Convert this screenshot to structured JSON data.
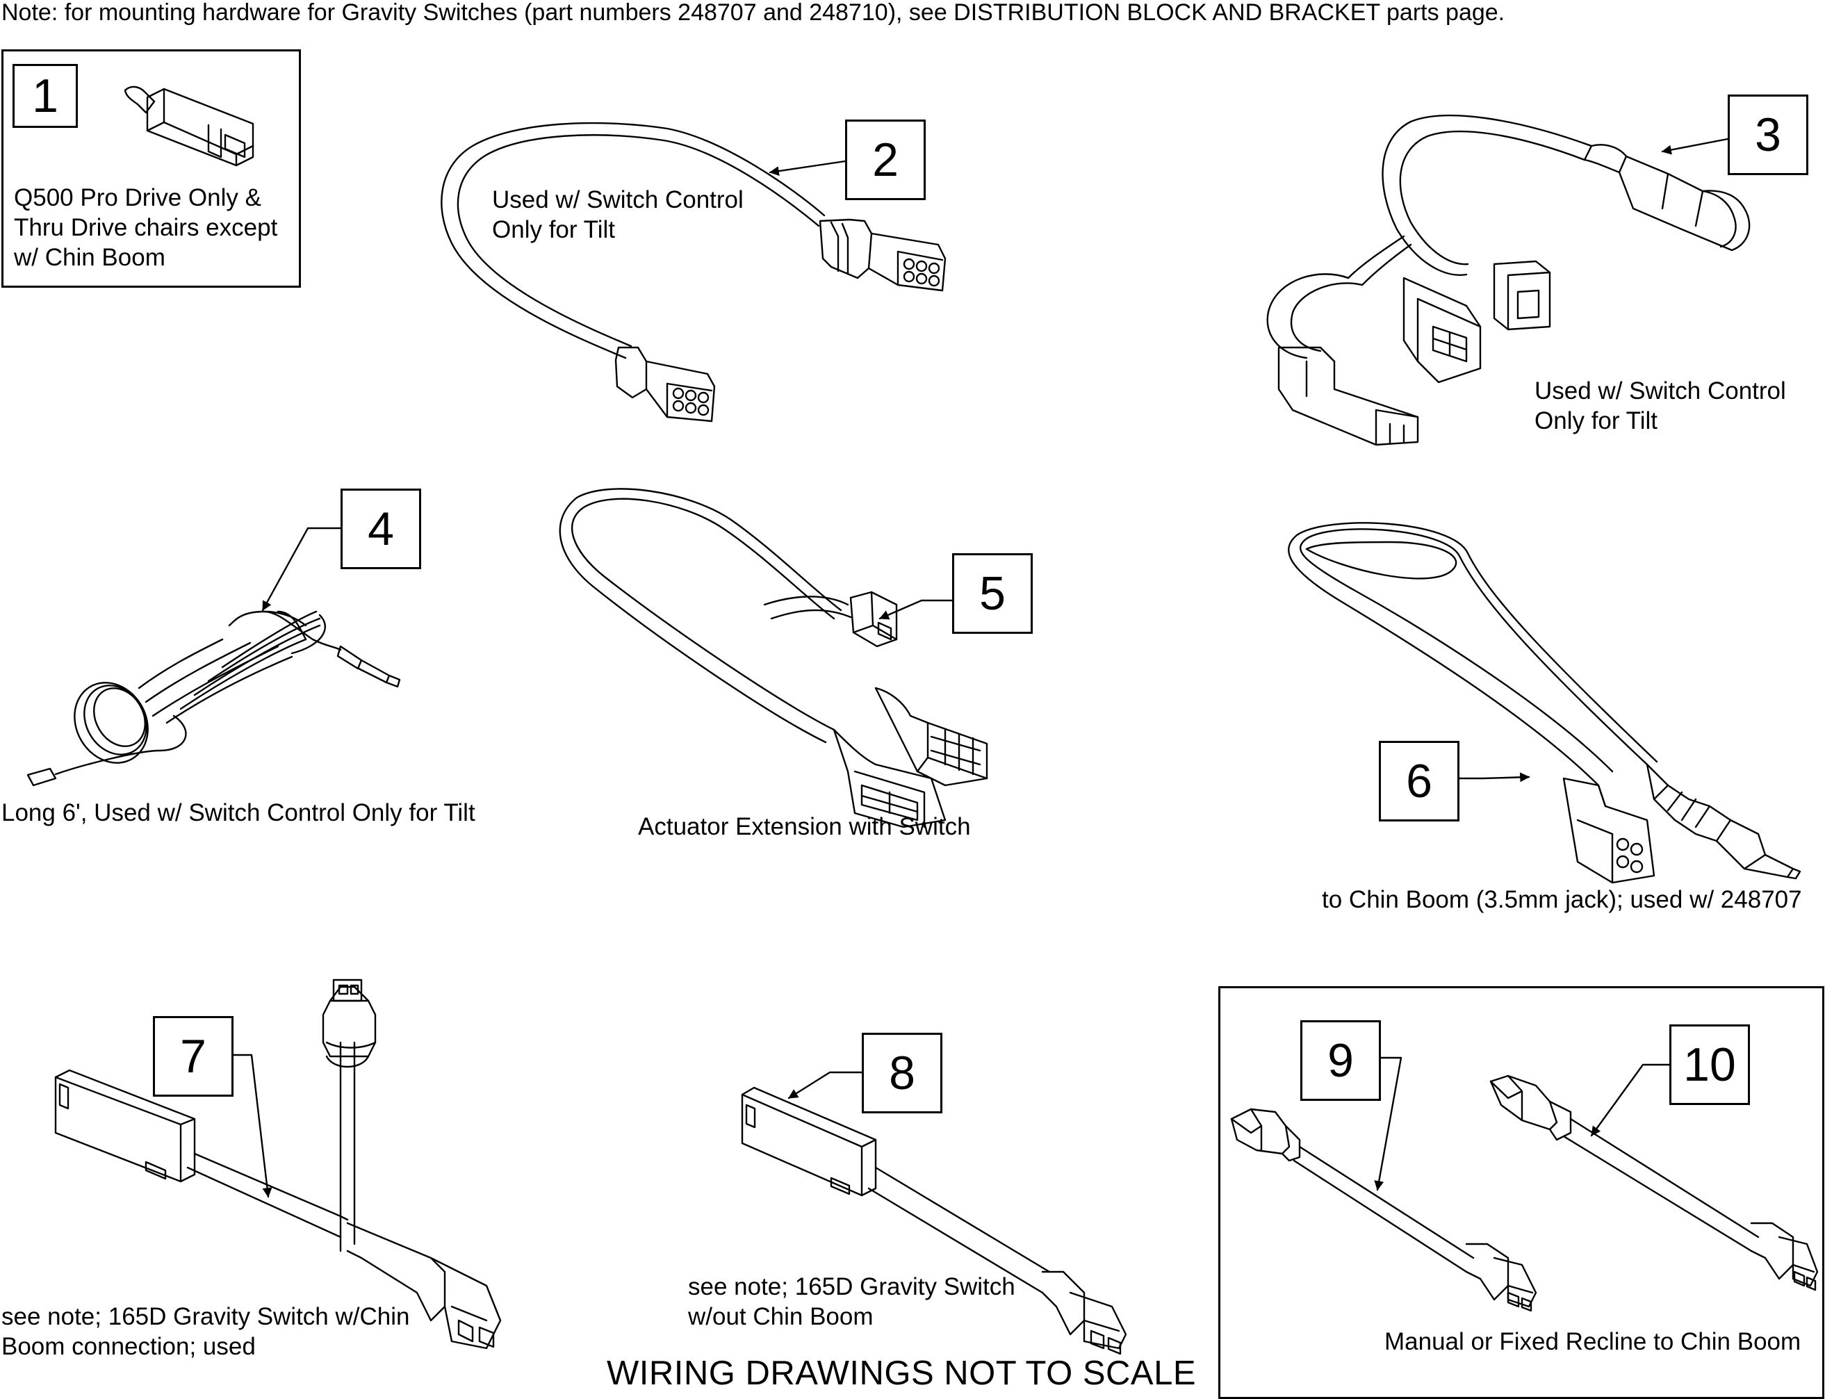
{
  "note": "Note: for mounting hardware for Gravity Switches (part numbers 248707 and 248710), see DISTRIBUTION BLOCK AND BRACKET parts page.",
  "items": [
    {
      "num": "1",
      "desc": "Q500 Pro Drive Only &\n Thru Drive chairs except\n w/ Chin Boom"
    },
    {
      "num": "2",
      "desc": "Used w/ Switch Control\nOnly for Tilt"
    },
    {
      "num": "3",
      "desc": "Used w/ Switch Control\nOnly for Tilt"
    },
    {
      "num": "4",
      "desc": "Long 6', Used w/ Switch Control Only for Tilt"
    },
    {
      "num": "5",
      "desc": "Actuator Extension with Switch"
    },
    {
      "num": "6",
      "desc": "to Chin Boom (3.5mm jack); used w/ 248707"
    },
    {
      "num": "7",
      "desc": "see note; 165D Gravity Switch w/Chin\n Boom connection; used"
    },
    {
      "num": "8",
      "desc": "see note; 165D Gravity Switch\nw/out Chin Boom"
    },
    {
      "num": "9",
      "desc": ""
    },
    {
      "num": "10",
      "desc": "Manual or Fixed Recline to Chin Boom"
    }
  ],
  "footer": "WIRING DRAWINGS NOT TO SCALE"
}
